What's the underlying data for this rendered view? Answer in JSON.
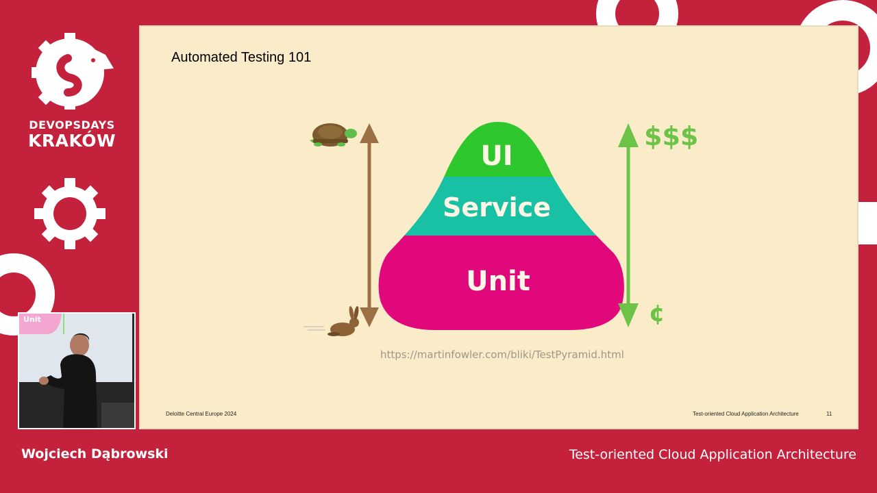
{
  "event": {
    "line1": "DEVOPSDAYS",
    "line2": "KRAKÓW"
  },
  "slide": {
    "title": "Automated Testing 101",
    "pyramid": {
      "top": "UI",
      "middle": "Service",
      "bottom": "Unit"
    },
    "cost_high": "$$$",
    "cost_low": "¢",
    "source_url": "https://martinfowler.com/bliki/TestPyramid.html",
    "footer_left": "Deloitte Central Europe 2024",
    "footer_center": "Test-oriented Cloud Application Architecture",
    "page_number": "11"
  },
  "webcam": {
    "slide_fragment_label": "Unit"
  },
  "speaker": "Wojciech Dąbrowski",
  "talk_title": "Test-oriented Cloud Application Architecture",
  "colors": {
    "frame_red": "#c4223c",
    "slide_bg": "#faecc9",
    "pyramid_ui": "#2ec82e",
    "pyramid_service": "#18c1a4",
    "pyramid_unit": "#e0087a",
    "speed_arrow": "#9a7044",
    "cost_arrow": "#6cc348"
  },
  "icons": [
    "turtle-icon",
    "rabbit-icon",
    "gear-icon",
    "dragon-logo-icon"
  ]
}
